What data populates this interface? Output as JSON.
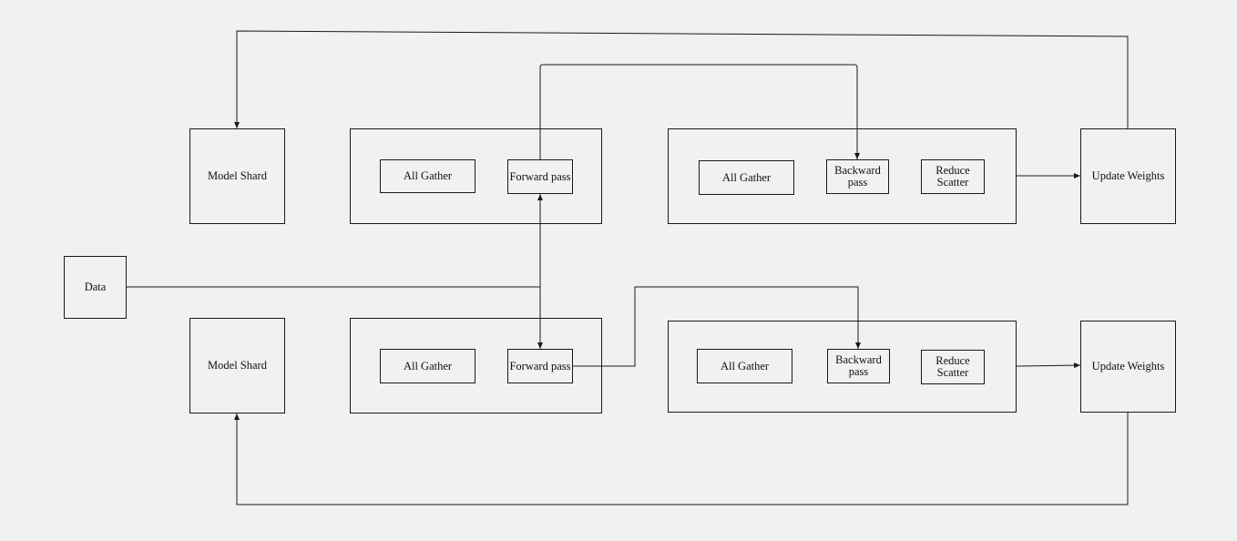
{
  "diagram": {
    "data_label": "Data",
    "top_row": {
      "model_shard": "Model Shard",
      "forward_group": {
        "all_gather": "All Gather",
        "forward_pass": "Forward pass"
      },
      "backward_group": {
        "all_gather": "All Gather",
        "backward_pass": "Backward\npass",
        "reduce_scatter": "Reduce\nScatter"
      },
      "update_weights": "Update Weights"
    },
    "bottom_row": {
      "model_shard": "Model Shard",
      "forward_group": {
        "all_gather": "All Gather",
        "forward_pass": "Forward pass"
      },
      "backward_group": {
        "all_gather": "All Gather",
        "backward_pass": "Backward\npass",
        "reduce_scatter": "Reduce\nScatter"
      },
      "update_weights": "Update Weights"
    }
  },
  "colors": {
    "background": "#f1f1f1",
    "stroke": "#1a1a1a"
  }
}
